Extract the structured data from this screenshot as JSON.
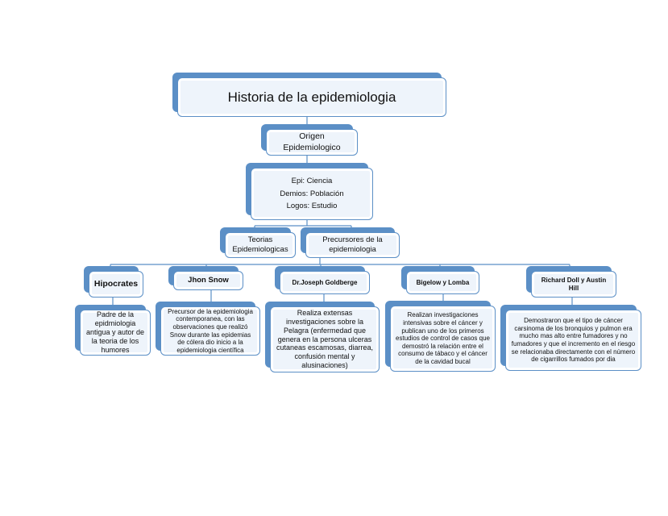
{
  "title": "Historia de la epidemiologia",
  "origin": "Origen Epidemiologico",
  "etymology": [
    "Epi: Ciencia",
    "Demios: Población",
    "Logos: Estudio"
  ],
  "branches": {
    "theories": "Teorias Epidemiologicas",
    "precursors": "Precursores de la epidemiologia"
  },
  "people": [
    {
      "name": "Hipocrates",
      "description": "Padre de la epidmiologia antigua y autor de la teoria de los humores"
    },
    {
      "name": "Jhon Snow",
      "description": "Precursor de la epidemiologia contemporanea, con las observaciones que realizó Snow durante las epidemias de cólera dio inicio a la epidemiologia científica"
    },
    {
      "name": "Dr.Joseph Goldberge",
      "description": "Realiza extensas investigaciones sobre la Pelagra (enfermedad que genera en la persona ulceras cutaneas escamosas, diarrea, confusión mental y alusinaciones)"
    },
    {
      "name": "Bigelow y Lomba",
      "description": "Realizan investigaciones intensivas sobre el cáncer y publican uno de los primeros estudios de control de casos que demostró la relación entre el consumo de tábaco y el cáncer de la cavidad bucal"
    },
    {
      "name": "Richard Doll y Austin Hill",
      "description": "Demostraron que el tipo de cáncer carsinoma de los bronquios y pulmon era mucho mas alto entre fumadores y no fumadores y que el incremento en el riesgo se relacionaba directamente con el número de cigarrillos fumados por dia"
    }
  ],
  "colors": {
    "accent": "#5b8fc6",
    "fill": "#eef4fb"
  }
}
